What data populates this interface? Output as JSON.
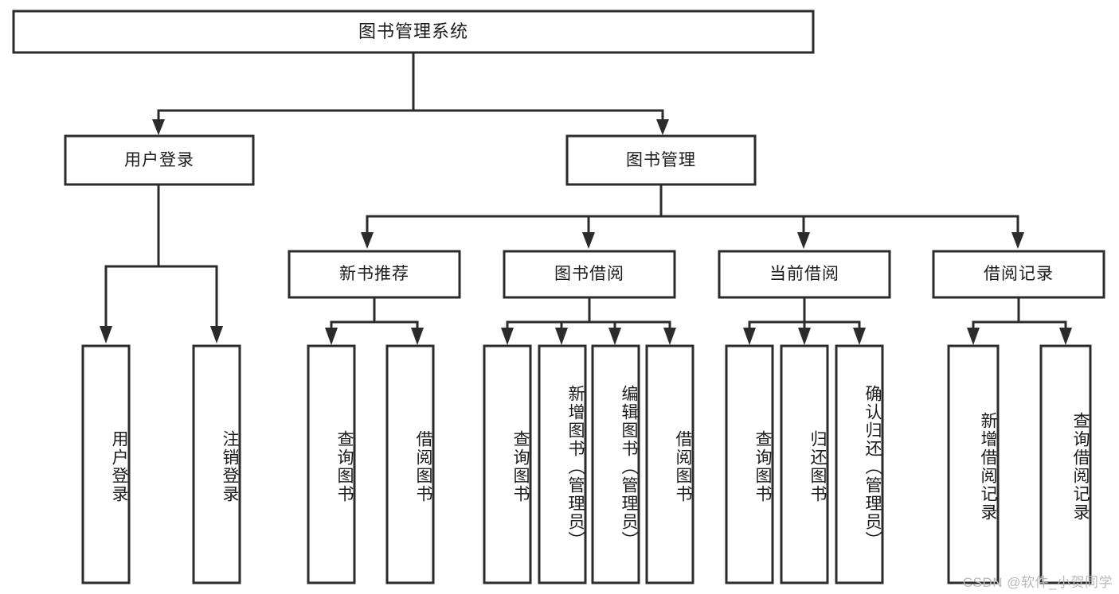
{
  "diagram": {
    "title": "图书管理系统",
    "watermark": "CSDN @软件_小贺同学",
    "colors": {
      "stroke": "#2b2b2b",
      "fill": "#ffffff",
      "text": "#1b1b1b",
      "watermark": "#b9b9b9",
      "background": "#ffffff"
    },
    "root": {
      "label": "图书管理系统"
    },
    "level1": [
      {
        "label": "用户登录"
      },
      {
        "label": "图书管理"
      }
    ],
    "level2": [
      {
        "label": "新书推荐"
      },
      {
        "label": "图书借阅"
      },
      {
        "label": "当前借阅"
      },
      {
        "label": "借阅记录"
      }
    ],
    "leaves": {
      "user_login": [
        {
          "label": "用户登录"
        },
        {
          "label": "注销登录"
        }
      ],
      "new_book_recommend": [
        {
          "label": "查询图书"
        },
        {
          "label": "借阅图书"
        }
      ],
      "book_borrow": [
        {
          "label": "查询图书"
        },
        {
          "label": "新增图书（管理员）"
        },
        {
          "label": "编辑图书（管理员）"
        },
        {
          "label": "借阅图书"
        }
      ],
      "current_borrow": [
        {
          "label": "查询图书"
        },
        {
          "label": "归还图书"
        },
        {
          "label": "确认归还（管理员）"
        }
      ],
      "borrow_record": [
        {
          "label": "新增借阅记录"
        },
        {
          "label": "查询借阅记录"
        }
      ]
    }
  },
  "chart_data": {
    "type": "diagram",
    "title": "图书管理系统",
    "structure": "tree",
    "nodes": [
      {
        "id": "root",
        "label": "图书管理系统",
        "level": 0,
        "parent": null
      },
      {
        "id": "n1",
        "label": "用户登录",
        "level": 1,
        "parent": "root"
      },
      {
        "id": "n2",
        "label": "图书管理",
        "level": 1,
        "parent": "root"
      },
      {
        "id": "n1a",
        "label": "用户登录",
        "level": 2,
        "parent": "n1"
      },
      {
        "id": "n1b",
        "label": "注销登录",
        "level": 2,
        "parent": "n1"
      },
      {
        "id": "n2a",
        "label": "新书推荐",
        "level": 2,
        "parent": "n2"
      },
      {
        "id": "n2b",
        "label": "图书借阅",
        "level": 2,
        "parent": "n2"
      },
      {
        "id": "n2c",
        "label": "当前借阅",
        "level": 2,
        "parent": "n2"
      },
      {
        "id": "n2d",
        "label": "借阅记录",
        "level": 2,
        "parent": "n2"
      },
      {
        "id": "n2a1",
        "label": "查询图书",
        "level": 3,
        "parent": "n2a"
      },
      {
        "id": "n2a2",
        "label": "借阅图书",
        "level": 3,
        "parent": "n2a"
      },
      {
        "id": "n2b1",
        "label": "查询图书",
        "level": 3,
        "parent": "n2b"
      },
      {
        "id": "n2b2",
        "label": "新增图书（管理员）",
        "level": 3,
        "parent": "n2b"
      },
      {
        "id": "n2b3",
        "label": "编辑图书（管理员）",
        "level": 3,
        "parent": "n2b"
      },
      {
        "id": "n2b4",
        "label": "借阅图书",
        "level": 3,
        "parent": "n2b"
      },
      {
        "id": "n2c1",
        "label": "查询图书",
        "level": 3,
        "parent": "n2c"
      },
      {
        "id": "n2c2",
        "label": "归还图书",
        "level": 3,
        "parent": "n2c"
      },
      {
        "id": "n2c3",
        "label": "确认归还（管理员）",
        "level": 3,
        "parent": "n2c"
      },
      {
        "id": "n2d1",
        "label": "新增借阅记录",
        "level": 3,
        "parent": "n2d"
      },
      {
        "id": "n2d2",
        "label": "查询借阅记录",
        "level": 3,
        "parent": "n2d"
      }
    ]
  }
}
